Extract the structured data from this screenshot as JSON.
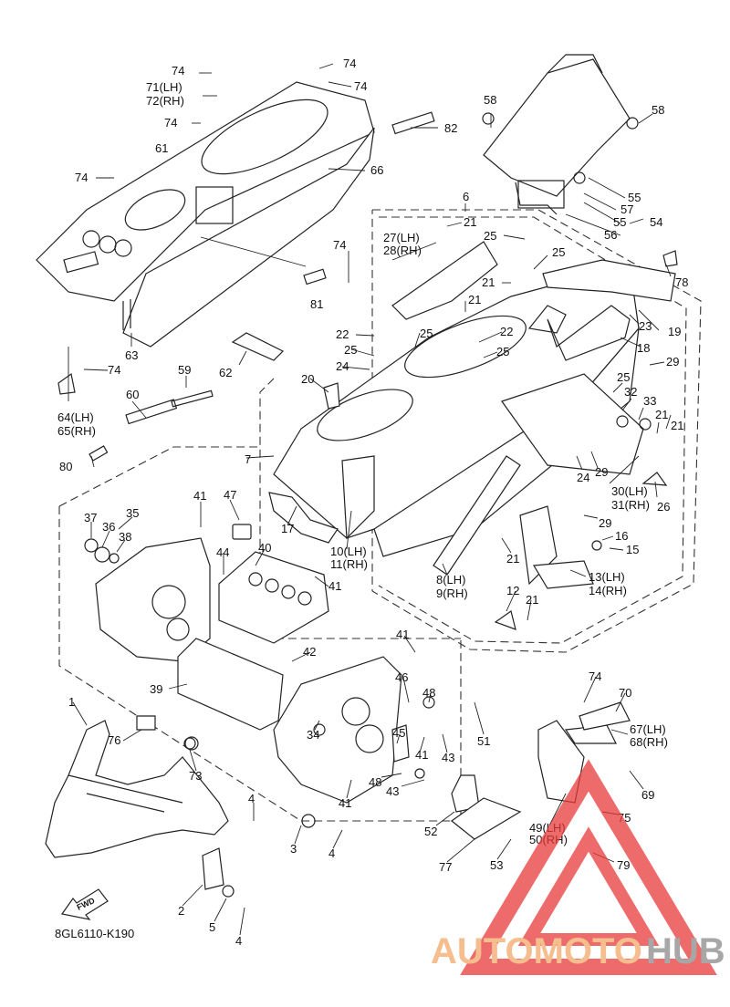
{
  "diagram": {
    "code": "8GL6110-K190",
    "fwd_label": "FWD",
    "callouts": [
      {
        "id": "c74a",
        "text": "74"
      },
      {
        "id": "c71",
        "text": "71(LH)"
      },
      {
        "id": "c72",
        "text": "72(RH)"
      },
      {
        "id": "c74b",
        "text": "74"
      },
      {
        "id": "c74c",
        "text": "74"
      },
      {
        "id": "c74d",
        "text": "74"
      },
      {
        "id": "c61",
        "text": "61"
      },
      {
        "id": "c74e",
        "text": "74"
      },
      {
        "id": "c82",
        "text": "82"
      },
      {
        "id": "c66",
        "text": "66"
      },
      {
        "id": "c58a",
        "text": "58"
      },
      {
        "id": "c58b",
        "text": "58"
      },
      {
        "id": "c55a",
        "text": "55"
      },
      {
        "id": "c57",
        "text": "57"
      },
      {
        "id": "c55b",
        "text": "55"
      },
      {
        "id": "c54",
        "text": "54"
      },
      {
        "id": "c56",
        "text": "56"
      },
      {
        "id": "c6",
        "text": "6"
      },
      {
        "id": "c27",
        "text": "27(LH)"
      },
      {
        "id": "c28",
        "text": "28(RH)"
      },
      {
        "id": "c21a",
        "text": "21"
      },
      {
        "id": "c25a",
        "text": "25"
      },
      {
        "id": "c25b",
        "text": "25"
      },
      {
        "id": "c74f",
        "text": "74"
      },
      {
        "id": "c21b",
        "text": "21"
      },
      {
        "id": "c78",
        "text": "78"
      },
      {
        "id": "c81",
        "text": "81"
      },
      {
        "id": "c21c",
        "text": "21"
      },
      {
        "id": "c23",
        "text": "23"
      },
      {
        "id": "c19",
        "text": "19"
      },
      {
        "id": "c22a",
        "text": "22"
      },
      {
        "id": "c25c",
        "text": "25"
      },
      {
        "id": "c22b",
        "text": "22"
      },
      {
        "id": "c63",
        "text": "63"
      },
      {
        "id": "c25d",
        "text": "25"
      },
      {
        "id": "c25e",
        "text": "25"
      },
      {
        "id": "c18",
        "text": "18"
      },
      {
        "id": "c62",
        "text": "62"
      },
      {
        "id": "c24a",
        "text": "24"
      },
      {
        "id": "c74g",
        "text": "74"
      },
      {
        "id": "c29a",
        "text": "29"
      },
      {
        "id": "c59",
        "text": "59"
      },
      {
        "id": "c25f",
        "text": "25"
      },
      {
        "id": "c32",
        "text": "32"
      },
      {
        "id": "c20",
        "text": "20"
      },
      {
        "id": "c33",
        "text": "33"
      },
      {
        "id": "c64",
        "text": "64(LH)"
      },
      {
        "id": "c65",
        "text": "65(RH)"
      },
      {
        "id": "c60",
        "text": "60"
      },
      {
        "id": "c21d",
        "text": "21"
      },
      {
        "id": "c21e",
        "text": "21"
      },
      {
        "id": "c7",
        "text": "7"
      },
      {
        "id": "c80",
        "text": "80"
      },
      {
        "id": "c24b",
        "text": "24"
      },
      {
        "id": "c29b",
        "text": "29"
      },
      {
        "id": "c30",
        "text": "30(LH)"
      },
      {
        "id": "c31",
        "text": "31(RH)"
      },
      {
        "id": "c26",
        "text": "26"
      },
      {
        "id": "c41a",
        "text": "41"
      },
      {
        "id": "c47",
        "text": "47"
      },
      {
        "id": "c35",
        "text": "35"
      },
      {
        "id": "c37",
        "text": "37"
      },
      {
        "id": "c36",
        "text": "36"
      },
      {
        "id": "c38",
        "text": "38"
      },
      {
        "id": "c17",
        "text": "17"
      },
      {
        "id": "c29c",
        "text": "29"
      },
      {
        "id": "c16",
        "text": "16"
      },
      {
        "id": "c15",
        "text": "15"
      },
      {
        "id": "c40",
        "text": "40"
      },
      {
        "id": "c44",
        "text": "44"
      },
      {
        "id": "c10",
        "text": "10(LH)"
      },
      {
        "id": "c11",
        "text": "11(RH)"
      },
      {
        "id": "c21f",
        "text": "21"
      },
      {
        "id": "c13",
        "text": "13(LH)"
      },
      {
        "id": "c14",
        "text": "14(RH)"
      },
      {
        "id": "c41b",
        "text": "41"
      },
      {
        "id": "c8",
        "text": "8(LH)"
      },
      {
        "id": "c9",
        "text": "9(RH)"
      },
      {
        "id": "c12",
        "text": "12"
      },
      {
        "id": "c21g",
        "text": "21"
      },
      {
        "id": "c41c",
        "text": "41"
      },
      {
        "id": "c42",
        "text": "42"
      },
      {
        "id": "c39",
        "text": "39"
      },
      {
        "id": "c46",
        "text": "46"
      },
      {
        "id": "c48a",
        "text": "48"
      },
      {
        "id": "c74h",
        "text": "74"
      },
      {
        "id": "c70",
        "text": "70"
      },
      {
        "id": "c1",
        "text": "1"
      },
      {
        "id": "c76",
        "text": "76"
      },
      {
        "id": "c34",
        "text": "34"
      },
      {
        "id": "c51",
        "text": "51"
      },
      {
        "id": "c45",
        "text": "45"
      },
      {
        "id": "c41d",
        "text": "41"
      },
      {
        "id": "c43a",
        "text": "43"
      },
      {
        "id": "c67",
        "text": "67(LH)"
      },
      {
        "id": "c68",
        "text": "68(RH)"
      },
      {
        "id": "c73",
        "text": "73"
      },
      {
        "id": "c48b",
        "text": "48"
      },
      {
        "id": "c43b",
        "text": "43"
      },
      {
        "id": "c69",
        "text": "69"
      },
      {
        "id": "c41e",
        "text": "41"
      },
      {
        "id": "c75",
        "text": "75"
      },
      {
        "id": "c4a",
        "text": "4"
      },
      {
        "id": "c52",
        "text": "52"
      },
      {
        "id": "c49",
        "text": "49(LH)"
      },
      {
        "id": "c50",
        "text": "50(RH)"
      },
      {
        "id": "c3",
        "text": "3"
      },
      {
        "id": "c4b",
        "text": "4"
      },
      {
        "id": "c77",
        "text": "77"
      },
      {
        "id": "c53",
        "text": "53"
      },
      {
        "id": "c79",
        "text": "79"
      },
      {
        "id": "c2",
        "text": "2"
      },
      {
        "id": "c5",
        "text": "5"
      },
      {
        "id": "c4c",
        "text": "4"
      }
    ]
  },
  "watermark": {
    "part1": "AUTOMOTO",
    "part2": "HUB",
    "color1": "#f3a86a",
    "color2": "#8a8a8a",
    "triangle_color": "#e83a3a"
  }
}
